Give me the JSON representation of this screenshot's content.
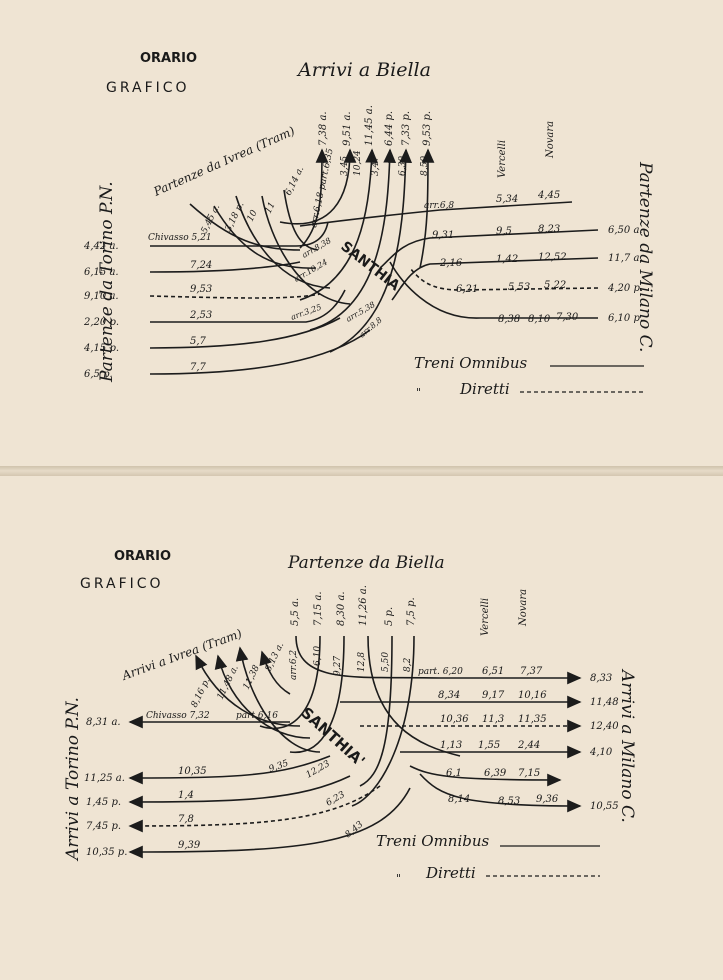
{
  "top": {
    "title_line1": "ORARIO",
    "title_line2": "GRAFICO",
    "heading_top": "Arrivi a Biella",
    "heading_left": "Partenze da Torino P.N.",
    "heading_right": "Partenze da Milano C.",
    "heading_ivrea": "Partenze da Ivrea (Tram)",
    "station_center": "SANTHIA'",
    "label_vercelli": "Vercelli",
    "label_novara": "Novara",
    "label_chivasso": "Chivasso 5,21",
    "biella_times": [
      "7,38 a.",
      "9,51 a.",
      "11,45 a.",
      "6,44 p.",
      "7,33 p.",
      "9,53 p."
    ],
    "biella_sub": [
      "3,45",
      "10,24",
      "3,47",
      "6,30",
      "8,50"
    ],
    "part_label": "arr.6,18 part.6,35",
    "ivrea_times": [
      "5,45 a.",
      "3,18 p.",
      "10",
      "11",
      "6,14 a."
    ],
    "torino_departures": [
      "4,42 a.",
      "6,15 a.",
      "9,10 a.",
      "2,20 p.",
      "4,15 p.",
      "6,5 p."
    ],
    "torino_mid": [
      "7,24",
      "9,53",
      "2,53",
      "5,7",
      "7,7"
    ],
    "santhia_arrivals": [
      "arr.8,38",
      "arr.10,24",
      "arr.3,25",
      "arr.5,38",
      "arr.8,8"
    ],
    "milano_departures": [
      "6,50 a.",
      "11,7 a.",
      "4,20 p.",
      "6,10 p."
    ],
    "milano_rows": [
      {
        "santhia": "arr.6,8",
        "vercelli": "5,34",
        "novara": "4,45"
      },
      {
        "santhia": "9,31",
        "vercelli": "9,5",
        "novara": "8,23"
      },
      {
        "santhia": "2,16",
        "vercelli": "1,42",
        "novara": "12,52"
      },
      {
        "santhia": "6,21",
        "vercelli": "5,53",
        "novara": "5,22"
      },
      {
        "santhia": "8,38",
        "vercelli": "8,10",
        "novara": "7,30"
      }
    ],
    "legend_omnibus": "Treni Omnibus",
    "legend_diretti": "Diretti",
    "legend_ditto": "\""
  },
  "bottom": {
    "title_line1": "ORARIO",
    "title_line2": "GRAFICO",
    "heading_top": "Partenze da Biella",
    "heading_left": "Arrivi a Torino P.N.",
    "heading_right": "Arrivi a Milano C.",
    "heading_ivrea": "Arrivi a Ivrea (Tram)",
    "station_center": "SANTHIA'",
    "label_vercelli": "Vercelli",
    "label_novara": "Novara",
    "label_chivasso": "Chivasso 7,32",
    "part_label": "part.6,16",
    "biella_times": [
      "5,5 a.",
      "7,15 a.",
      "8,30 a.",
      "11,26 a.",
      "5 p.",
      "7,5 p."
    ],
    "biella_sub": [
      "arr.6,2",
      "6,10",
      "9,27",
      "12,8",
      "5,50",
      "8,2"
    ],
    "ivrea_times": [
      "8,16 p.",
      "11,48 a.",
      "11,38",
      "8,13 a."
    ],
    "torino_arrivals": [
      "8,31 a.",
      "11,25 a.",
      "1,45 p.",
      "7,45 p.",
      "10,35 p."
    ],
    "torino_mid": [
      "10,35",
      "1,4",
      "7,8",
      "9,39"
    ],
    "santhia_times": [
      "9,35",
      "12,23",
      "6,23",
      "8,43"
    ],
    "milano_arrivals": [
      "8,33",
      "11,48",
      "12,40",
      "4,10",
      "10,55"
    ],
    "milano_rows": [
      {
        "santhia": "part. 6,20",
        "vercelli": "6,51",
        "novara": "7,37"
      },
      {
        "santhia": "8,34",
        "vercelli": "9,17",
        "novara": "10,16"
      },
      {
        "santhia": "10,36",
        "vercelli": "11,3",
        "novara": "11,35"
      },
      {
        "santhia": "1,13",
        "vercelli": "1,55",
        "novara": "2,44"
      },
      {
        "santhia": "6,1",
        "vercelli": "6,39",
        "novara": "7,15"
      },
      {
        "santhia": "8,14",
        "vercelli": "8,53",
        "novara": "9,36"
      }
    ],
    "legend_omnibus": "Treni Omnibus",
    "legend_diretti": "Diretti",
    "legend_ditto": "\""
  }
}
